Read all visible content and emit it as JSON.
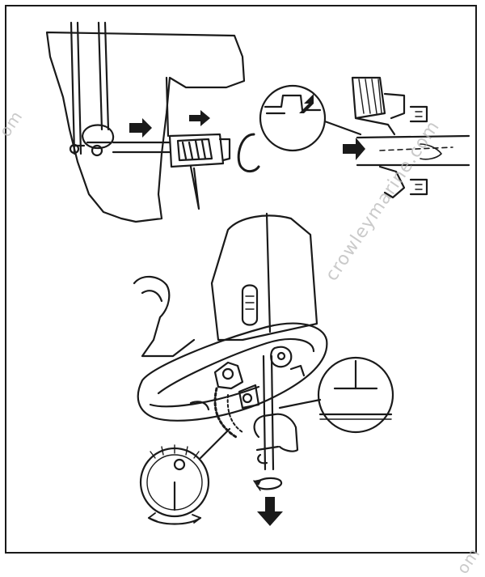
{
  "watermark": {
    "text_main": "crowleymarine.com",
    "text_left": "om",
    "text_bottom": "om",
    "text_bottom_right": "om"
  },
  "colors": {
    "ink": "#1a1a1a",
    "paper": "#ffffff",
    "watermark": "#b9b9b9"
  },
  "icons": {
    "arrow": "right-arrow-icon",
    "rotate": "rotate-icon",
    "gauge": "dial-gauge-icon"
  }
}
